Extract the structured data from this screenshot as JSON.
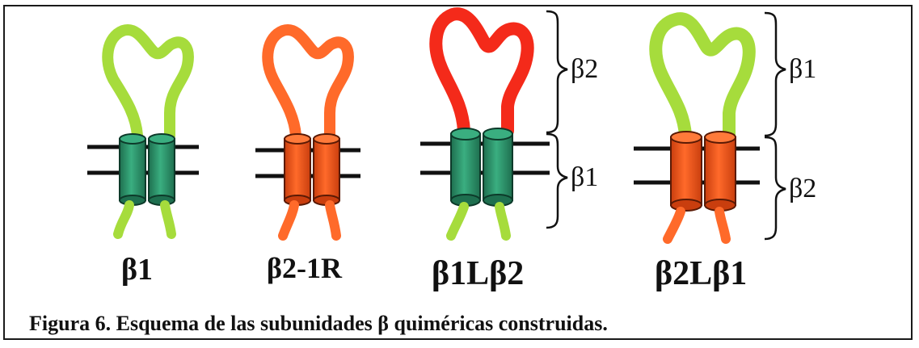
{
  "figure": {
    "colors": {
      "green_loop": "#a6dc3c",
      "orange_loop": "#ff6a2a",
      "red_loop": "#f42a1a",
      "green_cylinder": "#2f9a6e",
      "green_cylinder_dark": "#1e6f4f",
      "orange_cylinder": "#ff5a1a",
      "orange_cylinder_dark": "#c93e0e",
      "membrane_line": "#111111"
    },
    "constructs": [
      {
        "id": "b1",
        "label": "β1",
        "loop_color": "green",
        "cylinder_color": "green",
        "tail_color": "green"
      },
      {
        "id": "b2-1r",
        "label": "β2-1R",
        "loop_color": "orange",
        "cylinder_color": "orange",
        "tail_color": "orange"
      },
      {
        "id": "b1lb2",
        "label": "β1Lβ2",
        "loop_color": "red",
        "cylinder_color": "green",
        "tail_color": "green"
      },
      {
        "id": "b2lb1",
        "label": "β2Lβ1",
        "loop_color": "green",
        "cylinder_color": "orange",
        "tail_color": "orange"
      }
    ],
    "bracket_labels": {
      "b1lb2_loop": "β2",
      "b1lb2_body": "β1",
      "b2lb1_loop": "β1",
      "b2lb1_body": "β2"
    },
    "caption": "Figura 6. Esquema de las subunidades β quiméricas construidas."
  }
}
